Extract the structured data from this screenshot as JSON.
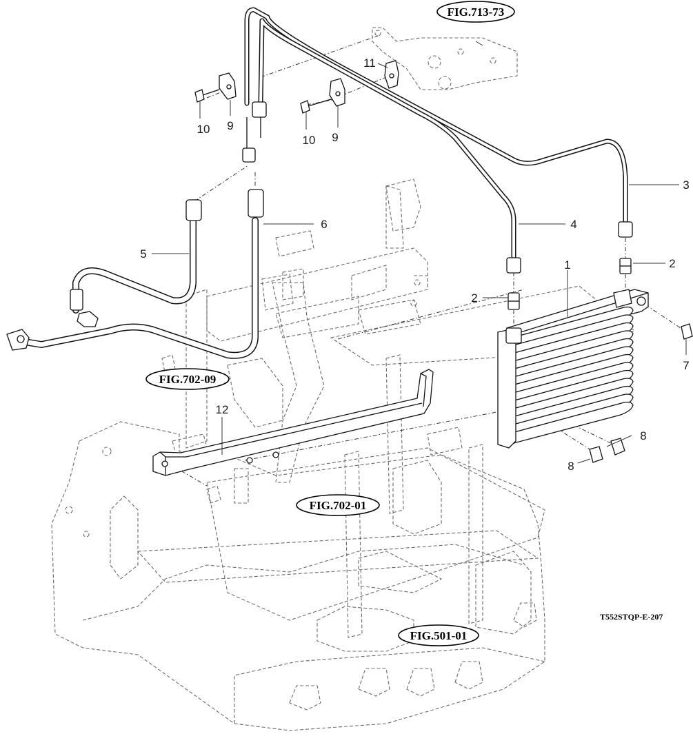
{
  "figure_code": "T552STQP-E-207",
  "figure_refs": {
    "fig_713_73": "FIG.713-73",
    "fig_702_09": "FIG.702-09",
    "fig_702_01": "FIG.702-01",
    "fig_501_01": "FIG.501-01"
  },
  "callouts": {
    "c1": "1",
    "c2a": "2",
    "c2b": "2",
    "c3": "3",
    "c4": "4",
    "c5": "5",
    "c6": "6",
    "c7": "7",
    "c8a": "8",
    "c8b": "8",
    "c9a": "9",
    "c9b": "9",
    "c10a": "10",
    "c10b": "10",
    "c11": "11",
    "c12": "12"
  }
}
